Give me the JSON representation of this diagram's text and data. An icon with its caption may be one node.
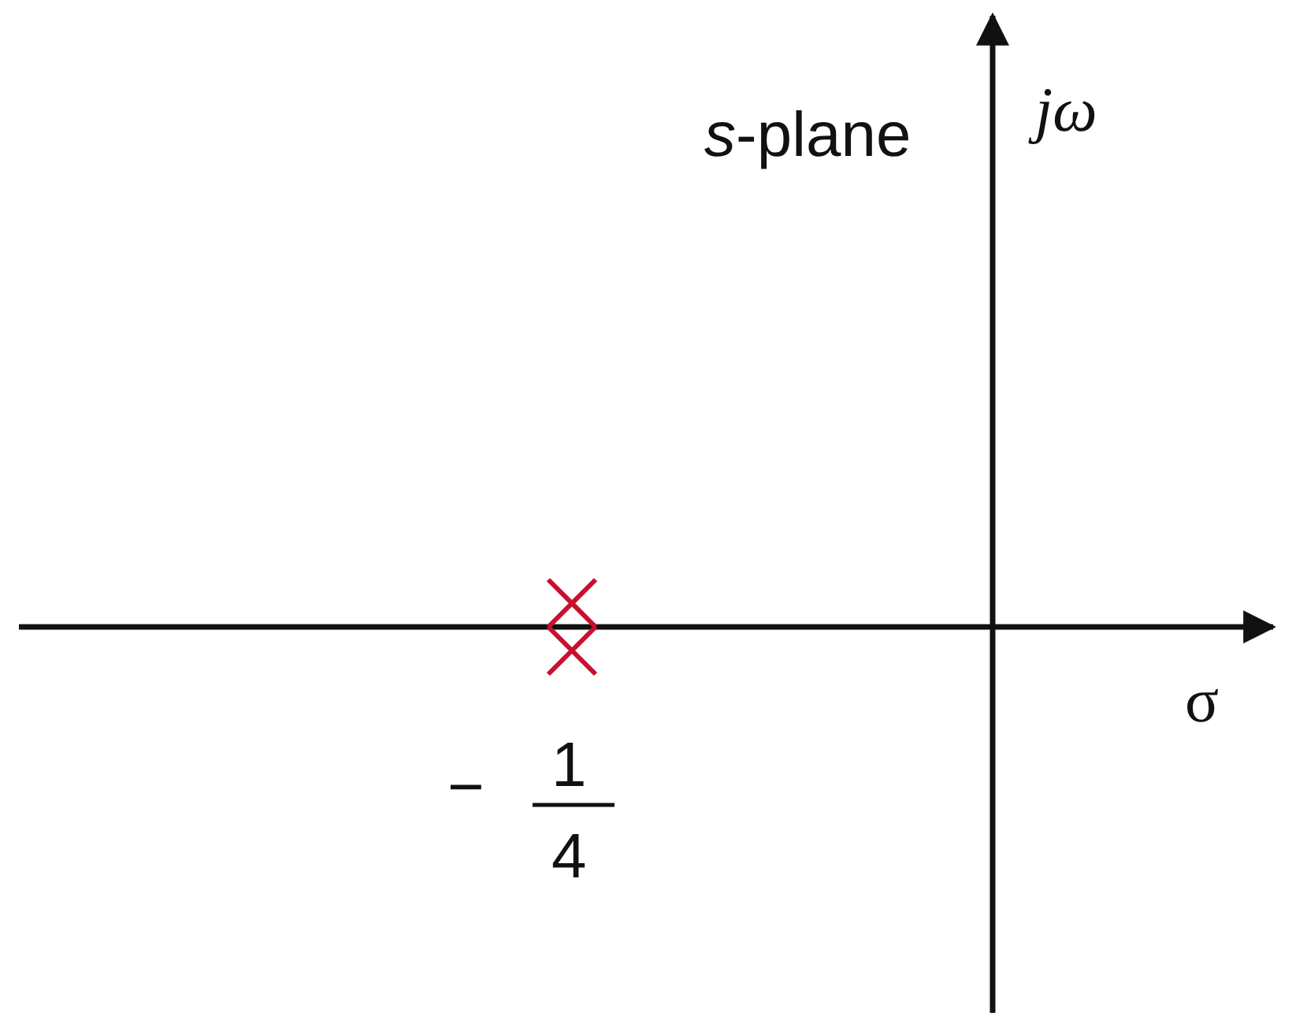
{
  "diagram": {
    "labels": [
      "*s*-plane",
      "jω",
      "σ",
      "−",
      "1",
      "4"
    ]
  }
}
